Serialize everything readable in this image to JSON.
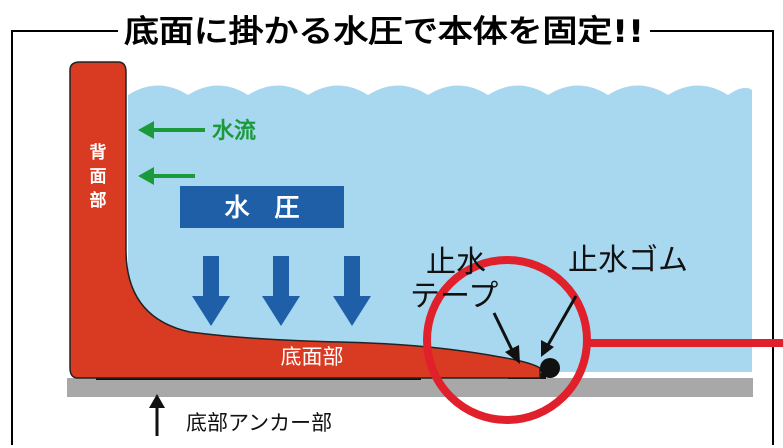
{
  "title": "底面に掛かる水圧で本体を固定!!",
  "labels": {
    "back_part": [
      "背",
      "面",
      "部"
    ],
    "water_flow": "水流",
    "water_pressure": "水　圧",
    "bottom_part": "底面部",
    "waterproof_tape": [
      "止水",
      "テープ"
    ],
    "waterproof_rubber": "止水ゴム",
    "bottom_anchor": "底部アンカー部"
  },
  "colors": {
    "water": "#a8d8f0",
    "body_red": "#d83a22",
    "circle_red": "#e0202a",
    "pressure_blue": "#1f5fa8",
    "flow_green": "#1a9a3a",
    "ground_gray": "#a8a8a8"
  },
  "icons": {
    "flow_arrow": "arrow-left-icon",
    "pressure_arrow": "arrow-down-icon",
    "anchor_arrow": "arrow-up-icon"
  }
}
